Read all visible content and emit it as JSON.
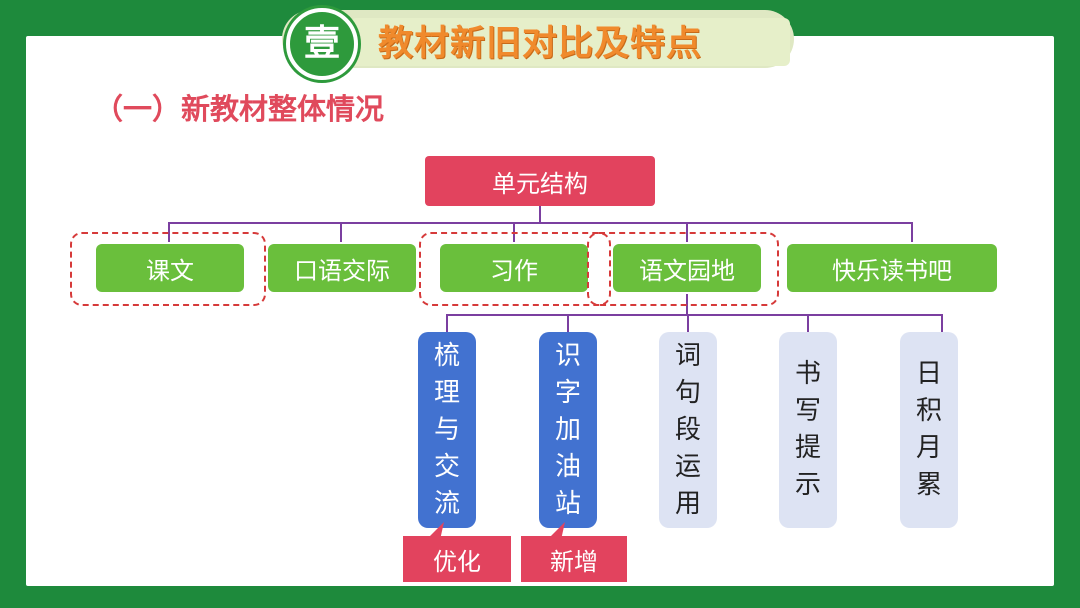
{
  "header": {
    "badge": "壹",
    "title": "教材新旧对比及特点"
  },
  "section": {
    "title": "（一）新教材整体情况"
  },
  "diagram": {
    "root": "单元结构",
    "units": [
      "课文",
      "口语交际",
      "习作",
      "语文园地",
      "快乐读书吧"
    ],
    "sub_items": [
      {
        "chars": [
          "梳",
          "理",
          "与",
          "交",
          "流"
        ],
        "style": "highlighted",
        "tag": "优化"
      },
      {
        "chars": [
          "识",
          "字",
          "加",
          "油",
          "站"
        ],
        "style": "highlighted",
        "tag": "新增"
      },
      {
        "chars": [
          "词",
          "句",
          "段",
          "运",
          "用"
        ],
        "style": "plain"
      },
      {
        "chars": [
          "书",
          "写",
          "提",
          "示"
        ],
        "style": "plain"
      },
      {
        "chars": [
          "日",
          "积",
          "月",
          "累"
        ],
        "style": "plain"
      }
    ]
  },
  "colors": {
    "background": "#1e8a3c",
    "title_orange": "#f08a2c",
    "section_red": "#e04a5c",
    "root_red": "#e2435e",
    "unit_green": "#6abf3c",
    "sub_blue": "#4272d0",
    "sub_light": "#dde3f3",
    "connector_purple": "#7b3fa0",
    "dashed_red": "#d63a3a"
  }
}
